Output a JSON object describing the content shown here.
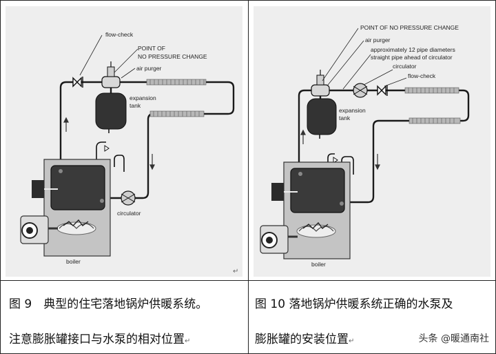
{
  "diagram_left": {
    "labels": {
      "flow_check": "flow-check",
      "point_line1": "POINT OF",
      "point_line2": "NO PRESSURE CHANGE",
      "air_purger": "air purger",
      "expansion_line1": "expansion",
      "expansion_line2": "tank",
      "circulator": "circulator",
      "boiler": "boiler"
    }
  },
  "diagram_right": {
    "labels": {
      "point": "POINT OF NO PRESSURE CHANGE",
      "air_purger": "air purger",
      "approx_line1": "approximately 12 pipe diameters",
      "approx_line2": "straight pipe ahead of circulator",
      "circulator": "circulator",
      "flow_check": "flow-check",
      "expansion_line1": "expansion",
      "expansion_line2": "tank",
      "boiler": "boiler"
    }
  },
  "captions": {
    "left_line1": "图 9　典型的住宅落地锅炉供暖系统。",
    "left_line2": "注意膨胀罐接口与水泵的相对位置",
    "right_line1": "图 10 落地锅炉供暖系统正确的水泵及",
    "right_line2": "膨胀罐的安装位置",
    "paragraph_mark": "↵"
  },
  "watermark": "头条 @暖通南社"
}
